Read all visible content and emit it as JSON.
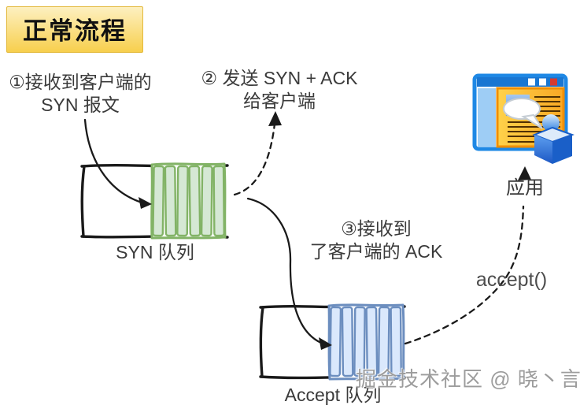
{
  "title_badge": "正常流程",
  "annotations": {
    "step1": {
      "line1": "①接收到客户端的",
      "line2": "SYN 报文"
    },
    "step2": {
      "line1": "② 发送 SYN + ACK",
      "line2": "给客户端"
    },
    "step3": {
      "line1": "③接收到",
      "line2": "了客户端的 ACK"
    },
    "accept_call": "accept()",
    "application": "应用"
  },
  "queues": {
    "syn": {
      "label": "SYN 队列",
      "filled_slots": 6
    },
    "accept": {
      "label": "Accept 队列",
      "filled_slots": 6
    }
  },
  "watermark": "掘金技术社区 @ 晓丶言",
  "icons": {
    "application_icon": "app-window-with-user-cube",
    "speech_bubble_icon": "speech-bubble",
    "user_cube_icon": "person-on-3d-box"
  },
  "colors": {
    "badge_top": "#fdf0c0",
    "badge_bottom": "#f7cf4d",
    "badge_border": "#e3b93c",
    "syn_fill": "#d5e8d4",
    "syn_stroke": "#82b366",
    "accept_fill": "#dae8fc",
    "accept_stroke": "#6c8ebf",
    "ink": "#1a1a1a",
    "text": "#3a3a3a",
    "watermark": "#9c9c9c",
    "app_blue": "#1e88e5",
    "app_orange": "#fcb826"
  }
}
